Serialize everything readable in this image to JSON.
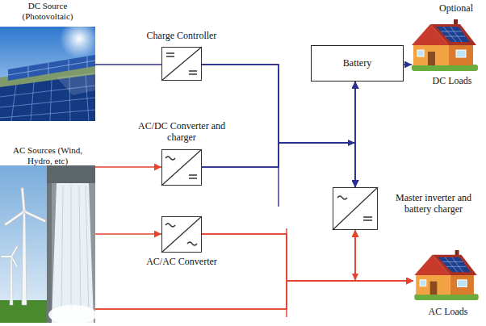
{
  "diagram": {
    "nodes": [
      {
        "text": [
          "DC Source (Photovoltaic)"
        ]
      },
      {
        "text": [
          "Charge Controller"
        ]
      },
      {
        "text": [
          "Battery"
        ]
      },
      {
        "text": [
          "Optional",
          "DC Loads"
        ]
      },
      {
        "text": [
          "AC Sources (Wind, Hydro, etc)"
        ]
      },
      {
        "text": [
          "AC/DC Converter and charger"
        ]
      },
      {
        "text": [
          "Master inverter and battery charger"
        ]
      },
      {
        "text": [
          "AC/AC Converter"
        ]
      },
      {
        "text": [
          "AC Loads"
        ]
      }
    ],
    "edges": [
      {
        "from": 0,
        "to": 1,
        "arrow": "none"
      },
      {
        "from": 1,
        "to": 2,
        "arrow": "to"
      },
      {
        "from": 1,
        "to": 6,
        "arrow": "to"
      },
      {
        "from": 2,
        "to": 3,
        "arrow": "to"
      },
      {
        "from": 2,
        "to": 6,
        "arrow": "both"
      },
      {
        "from": 4,
        "to": 5,
        "arrow": "to"
      },
      {
        "from": 5,
        "to": 2,
        "arrow": "to"
      },
      {
        "from": 5,
        "to": 6,
        "arrow": "to"
      },
      {
        "from": 4,
        "to": 7,
        "arrow": "to"
      },
      {
        "from": 7,
        "to": 8,
        "arrow": "to"
      },
      {
        "from": 7,
        "to": 6,
        "arrow": "to"
      },
      {
        "from": 4,
        "to": 8,
        "arrow": "to"
      },
      {
        "from": 4,
        "to": 6,
        "arrow": "to"
      },
      {
        "from": 6,
        "to": 8,
        "arrow": "to"
      }
    ]
  }
}
